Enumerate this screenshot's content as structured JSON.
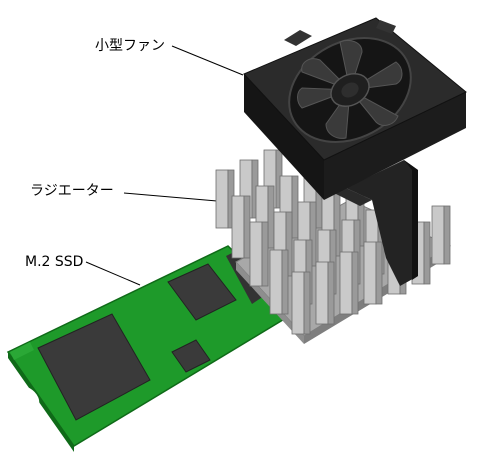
{
  "labels": {
    "fan": "小型ファン",
    "radiator": "ラジエーター",
    "ssd": "M.2 SSD"
  },
  "colors": {
    "pcb": "#1e9a2a",
    "pcb_edge": "#0f6a18",
    "chip": "#3a3a3a",
    "heatsink_light": "#c9c9c9",
    "heatsink_mid": "#a8a8a8",
    "heatsink_dark": "#7e7e7e",
    "fan_body": "#1c1c1c",
    "fan_face": "#2b2b2b"
  },
  "icons": {
    "illustration": "m2-ssd-heatsink-fan-illustration"
  }
}
